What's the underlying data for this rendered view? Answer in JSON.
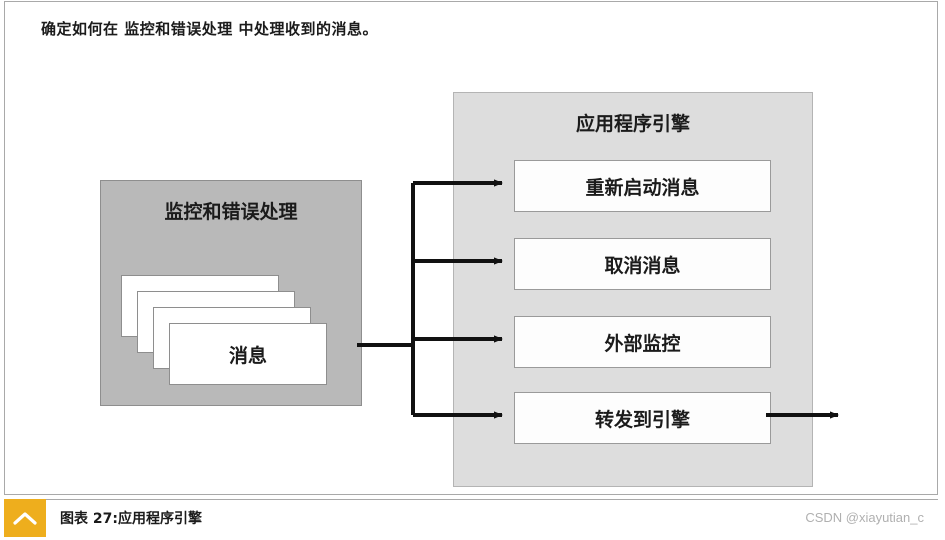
{
  "intro": {
    "text": "确定如何在 监控和错误处理 中处理收到的消息。"
  },
  "source_container": {
    "title": "监控和错误处理",
    "message_stack": {
      "label": "消息",
      "card_count": 4
    }
  },
  "engine_panel": {
    "title": "应用程序引擎",
    "actions": [
      {
        "label": "重新启动消息"
      },
      {
        "label": "取消消息"
      },
      {
        "label": "外部监控"
      },
      {
        "label": "转发到引擎"
      }
    ]
  },
  "caption": {
    "marker_icon": "chevron-up-icon",
    "text": "图表 27:应用程序引擎"
  },
  "watermark": {
    "text": "CSDN @xiayutian_c"
  },
  "colors": {
    "source_fill": "#b9b9b9",
    "panel_fill": "#dddddd",
    "action_fill": "#fdfdfd",
    "marker": "#eeae1d",
    "connector": "#111111",
    "frame_border": "#a9a9a9"
  }
}
